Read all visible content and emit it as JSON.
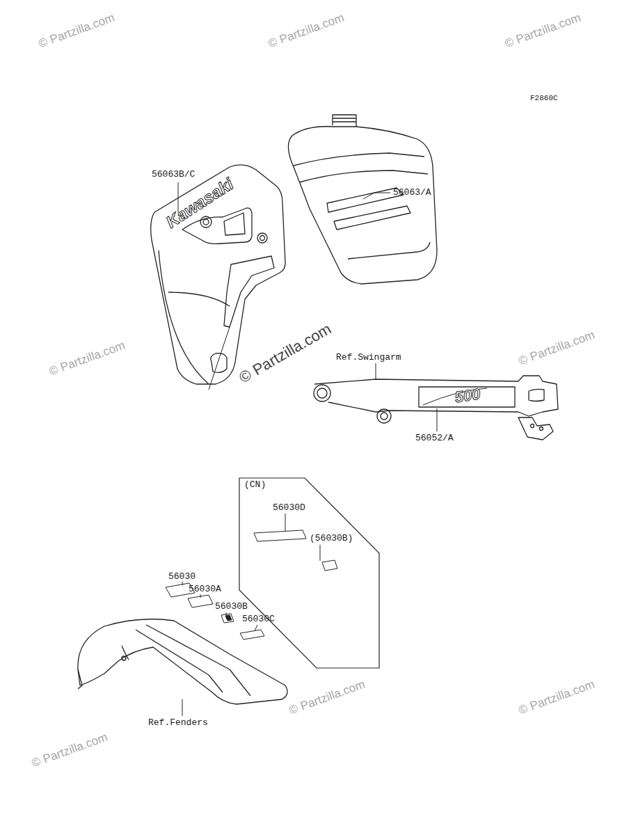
{
  "diagram": {
    "nodes": [
      {
        "text": [
          "(CN)",
          "56030D",
          "(56030B)"
        ]
      }
    ],
    "labels": [
      "F2860C",
      "56063B/C",
      "Kawasaki",
      "56063/A",
      "Ref.Swingarm",
      "56052/A",
      "500",
      "56030",
      "56030A",
      "56030B",
      "56030C",
      "Ref.Fenders",
      "© Partzilla.com",
      "© Partzilla.com",
      "© Partzilla.com",
      "© Partzilla.com",
      "© Partzilla.com",
      "© Partzilla.com",
      "© Partzilla.com",
      "© Partzilla.com",
      "© Partzilla.com"
    ]
  }
}
